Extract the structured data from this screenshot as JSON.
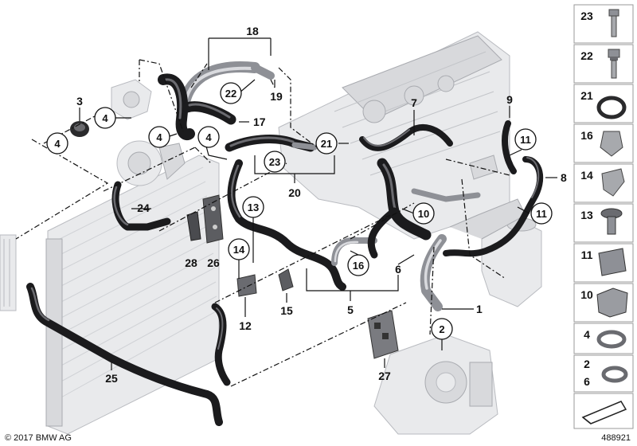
{
  "copyright": "© 2017 BMW AG",
  "doc_number": "488921",
  "callouts": {
    "n1": "1",
    "n2": "2",
    "n2b": "2",
    "n3": "3",
    "n4a": "4",
    "n4b": "4",
    "n4c": "4",
    "n4d": "4",
    "n5": "5",
    "n6": "6",
    "n7": "7",
    "n8": "8",
    "n9": "9",
    "n10": "10",
    "n11a": "11",
    "n11b": "11",
    "n12": "12",
    "n13": "13",
    "n14": "14",
    "n15": "15",
    "n16": "16",
    "n17": "17",
    "n18": "18",
    "n19": "19",
    "n20": "20",
    "n21": "21",
    "n22": "22",
    "n23": "23",
    "n24": "24",
    "n25": "25",
    "n26": "26",
    "n27": "27",
    "n28": "28",
    "n6b": "6"
  },
  "legend": [
    "23",
    "22",
    "21",
    "16",
    "14",
    "13",
    "11",
    "10",
    "4",
    "2",
    "6"
  ]
}
